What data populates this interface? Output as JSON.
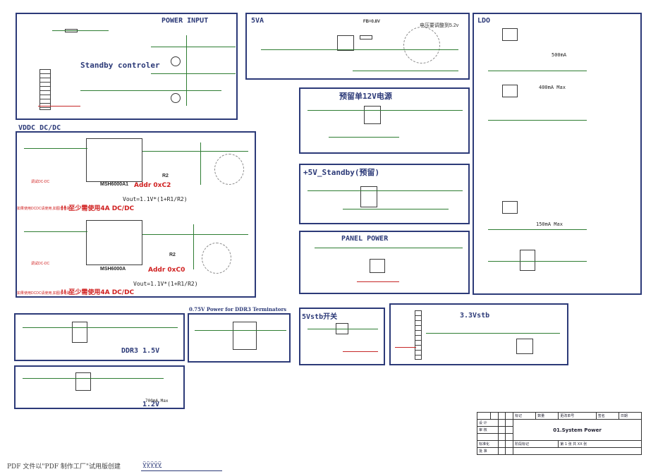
{
  "sheet_title": "01.System Power",
  "footer": "PDF 文件以\"PDF 制作工厂\"试用版创建",
  "footer_link": "ÿÿÿÿÿ",
  "blocks": {
    "power_input": {
      "title": "POWER INPUT",
      "subtitle": "Standby controler"
    },
    "va5": {
      "title": "5VA",
      "fb": "FB=0.8V",
      "note": "电压要调整到5.2v"
    },
    "ldo": {
      "title": "LDO",
      "c1": "500mA",
      "c2": "400mA Max",
      "c3": "150mA Max"
    },
    "v12": {
      "title": "预留单12V电源"
    },
    "v5stby": {
      "title": "+5V_Standby(预留)"
    },
    "panel": {
      "title": "PANEL POWER"
    },
    "vddc": {
      "title": "VDDC DC/DC",
      "ic1": "MSH6000A1",
      "addr1": "Addr 0xC2",
      "ic2": "MSH6000A",
      "addr2": "Addr 0xC0",
      "formula": "Vout=1.1V*(1+R1/R2)",
      "warn": "!! 至少需使用4A DC/DC",
      "warn_prefix": "如果使用DCDC请使用,如图示电路",
      "r2": "R2",
      "fb_note": "调试DC-DC"
    },
    "ddr3": {
      "title": "DDR3 1.5V"
    },
    "vtt": {
      "title": "0.75V Power for DDR3 Terminators"
    },
    "v12b": {
      "title": "1.2V",
      "note": "700mA Max"
    },
    "v5stb_sw": {
      "title": "5Vstb开关"
    },
    "v33": {
      "title": "3.3Vstb"
    }
  },
  "title_block": {
    "rows": [
      "设 计",
      "审 核",
      "",
      "标准化",
      "批 准"
    ],
    "headers": [
      "标记",
      "数量",
      "更改单号",
      "签名",
      "日期"
    ],
    "sheet": "第 1 张 共 XX 张",
    "sheet_mark": "阶段标记"
  }
}
